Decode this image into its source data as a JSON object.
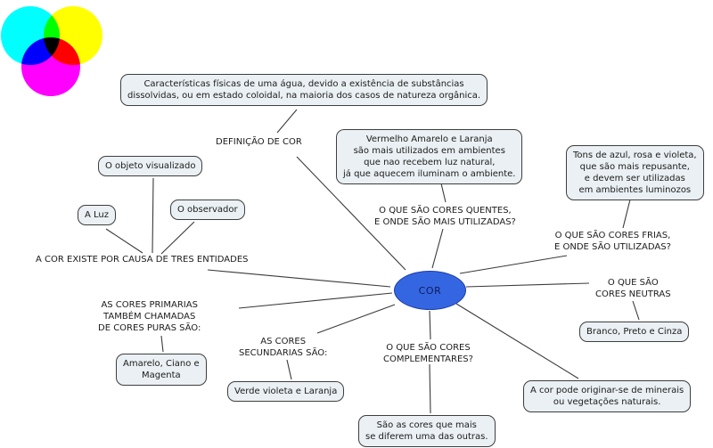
{
  "palette": {
    "node_fill": "#3566e2",
    "node_border": "#1c3ba6",
    "node_text": "#0d1d5a",
    "box_fill": "#eaf0f3",
    "box_border": "#3e3e3e",
    "line_color": "#3a3a3a",
    "text_color": "#1b1b1b",
    "venn": {
      "cyan": "#00ffff",
      "magenta": "#ff00ff",
      "yellow": "#ffff00"
    }
  },
  "center_node": {
    "label": "COR"
  },
  "nodes": {
    "definition_box": "Características físicas de uma água, devido a existência de substâncias\ndissolvidas, ou em estado coloidal, na maioria dos casos de natureza orgânica.",
    "definition_label": "DEFINIÇÃO DE COR",
    "object_box": "O objeto visualizado",
    "light_box": "A Luz",
    "observer_box": "O observador",
    "entities_label": "A COR EXISTE POR CAUSA DE TRES ENTIDADES",
    "primaries_label": "AS CORES PRIMARIAS\nTAMBÉM CHAMADAS\nDE CORES PURAS SÃO:",
    "primaries_box": "Amarelo, Ciano e\nMagenta",
    "secondaries_label": "AS CORES\nSECUNDARIAS SÃO:",
    "secondaries_box": "Verde violeta e Laranja",
    "complementary_label": "O QUE SÃO CORES\nCOMPLEMENTARES?",
    "complementary_box": "São as cores que mais\nse diferem uma das outras.",
    "warm_box": "Vermelho Amarelo e Laranja\nsão mais utilizados em ambientes\nque nao recebem luz natural,\njá que aquecem iluminam o ambiente.",
    "warm_label": "O QUE SÃO CORES QUENTES,\nE ONDE SÃO MAIS UTILIZADAS?",
    "cool_box": "Tons de azul, rosa e violeta,\nque são mais repusante,\ne devem ser utilizadas\nem ambientes luminozos",
    "cool_label": "O QUE SÃO CORES FRIAS,\nE ONDE SÃO UTILIZADAS?",
    "neutral_label": "O QUE SÃO\nCORES NEUTRAS",
    "neutral_box": "Branco, Preto e Cinza",
    "origin_box": "A cor pode originar-se de minerais\nou vegetações naturais."
  }
}
